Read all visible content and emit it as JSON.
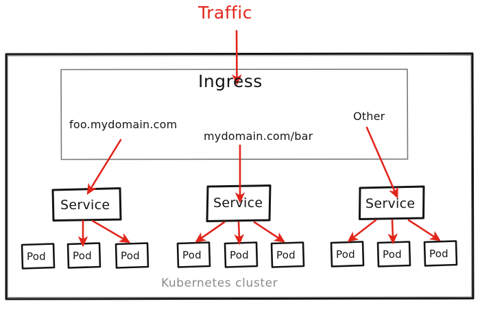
{
  "diagram": {
    "title": "Kubernetes Ingress routing diagram",
    "style": "hand-drawn whiteboard sketch",
    "colors": {
      "ink": "#151515",
      "arrow_red": "#e2251b",
      "cluster_caption": "#8a8a8a",
      "ingress_border": "#6e6e6e",
      "background": "#ffffff"
    },
    "traffic": {
      "label": "Traffic",
      "arrow_name": "traffic-arrow"
    },
    "cluster": {
      "caption": "Kubernetes cluster"
    },
    "ingress": {
      "label": "Ingress",
      "rules": [
        {
          "label": "foo.mydomain.com"
        },
        {
          "label": "mydomain.com/bar"
        },
        {
          "label": "Other"
        }
      ]
    },
    "services": [
      {
        "label": "Service",
        "rule": "foo.mydomain.com",
        "pods": [
          {
            "label": "Pod"
          },
          {
            "label": "Pod"
          },
          {
            "label": "Pod"
          }
        ]
      },
      {
        "label": "Service",
        "rule": "mydomain.com/bar",
        "pods": [
          {
            "label": "Pod"
          },
          {
            "label": "Pod"
          },
          {
            "label": "Pod"
          }
        ]
      },
      {
        "label": "Service",
        "rule": "Other",
        "pods": [
          {
            "label": "Pod"
          },
          {
            "label": "Pod"
          },
          {
            "label": "Pod"
          }
        ]
      }
    ]
  }
}
